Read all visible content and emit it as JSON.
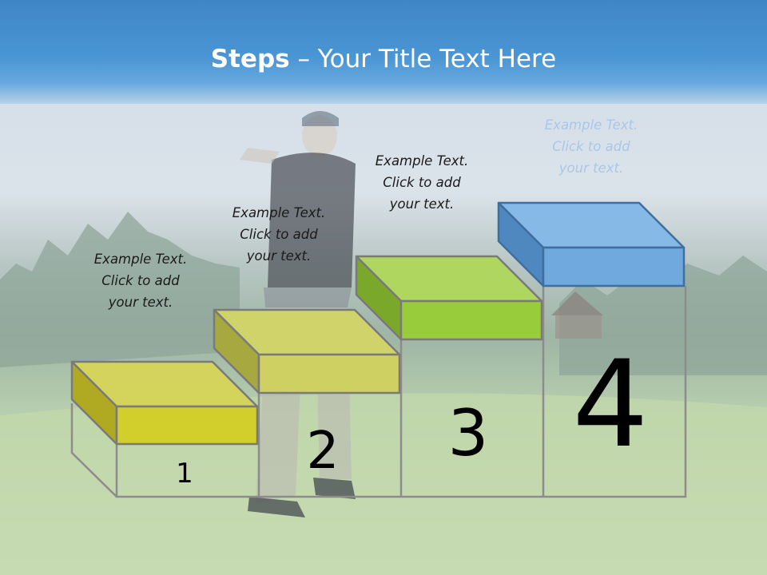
{
  "title": {
    "bold": "Steps",
    "rest": " – Your Title Text Here"
  },
  "steps": [
    {
      "number": "1",
      "color": "#d2ce2c",
      "caption": [
        "Example Text.",
        "Click  to add",
        "your text."
      ]
    },
    {
      "number": "2",
      "color": "#cfd062",
      "caption": [
        "Example Text.",
        "Click  to add",
        "your text."
      ]
    },
    {
      "number": "3",
      "color": "#99cc3a",
      "caption": [
        "Example Text.",
        "Click  to add",
        "your text."
      ]
    },
    {
      "number": "4",
      "color": "#6fa9de",
      "caption": [
        "Example Text.",
        "Click  to add",
        "your text."
      ]
    }
  ],
  "icons": {
    "background": "golfer-photo"
  }
}
